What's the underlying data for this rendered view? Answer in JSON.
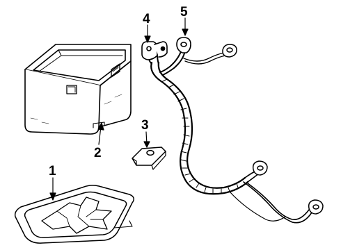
{
  "callouts": [
    {
      "id": "1",
      "label": "1",
      "part_icon": "battery-tray-icon"
    },
    {
      "id": "2",
      "label": "2",
      "part_icon": "battery-box-icon"
    },
    {
      "id": "3",
      "label": "3",
      "part_icon": "hold-down-clamp-icon"
    },
    {
      "id": "4",
      "label": "4",
      "part_icon": "positive-cable-terminal-icon"
    },
    {
      "id": "5",
      "label": "5",
      "part_icon": "ring-terminal-icon"
    }
  ],
  "colors": {
    "line": "#000000",
    "background": "#ffffff"
  }
}
